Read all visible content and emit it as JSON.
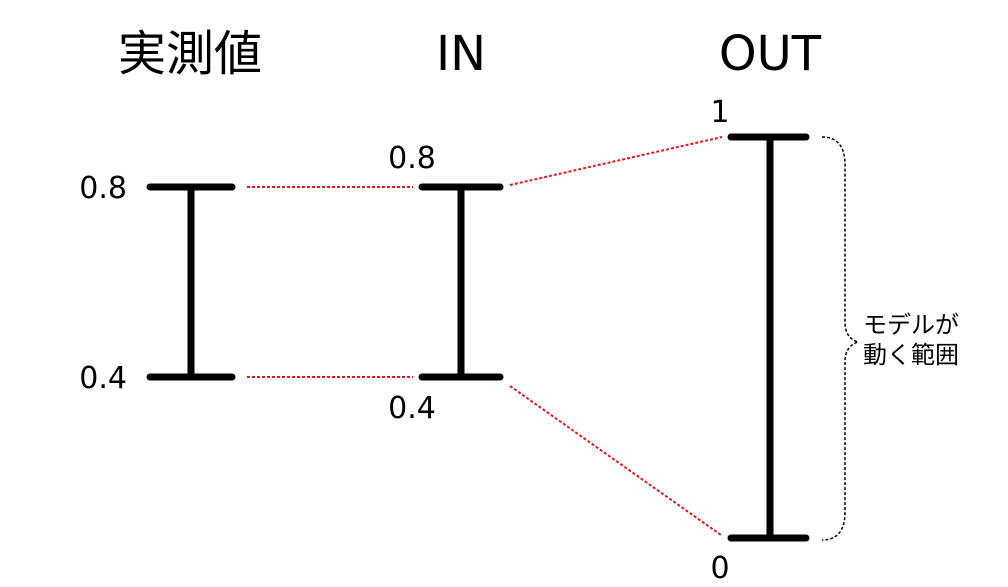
{
  "headers": {
    "measured": "実測値",
    "in": "IN",
    "out": "OUT"
  },
  "measured": {
    "high": "0.8",
    "low": "0.4"
  },
  "in": {
    "high": "0.8",
    "low": "0.4"
  },
  "out": {
    "high": "1",
    "low": "0"
  },
  "annotation": {
    "line1": "モデルが",
    "line2": "動く範囲"
  },
  "colors": {
    "bar": "#000000",
    "connector": "#e0191b",
    "brace": "#000000"
  }
}
